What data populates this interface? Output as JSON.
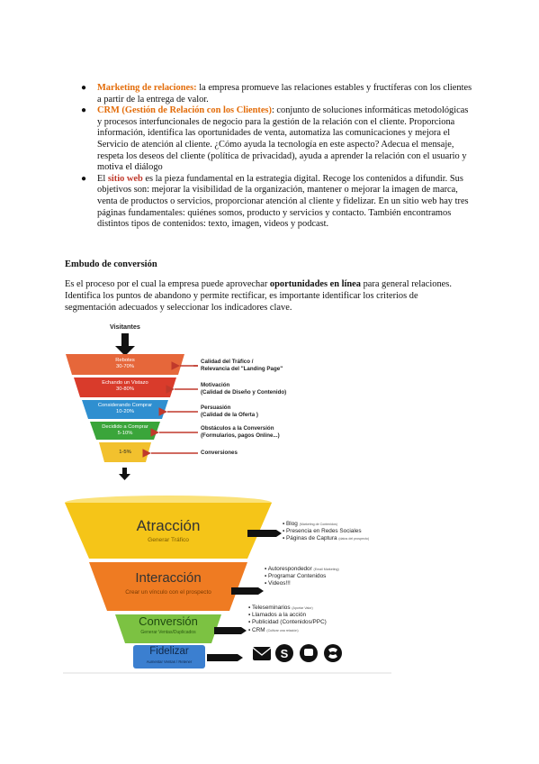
{
  "bullets": [
    {
      "term": "Marketing de relaciones:",
      "term_color": "#e36c09",
      "text": " la empresa promueve las relaciones estables y fructíferas con los clientes a partir de la entrega de valor."
    },
    {
      "term": "CRM (Gestión de Relación con los Clientes)",
      "term_color": "#e36c09",
      "text": ": conjunto de soluciones informáticas metodológicas y procesos interfuncionales de negocio para la gestión de la relación con el cliente. Proporciona información, identifica las oportunidades de venta, automatiza las comunicaciones y mejora el Servicio de atención al cliente. ¿Cómo ayuda la tecnología en este aspecto? Adecua el mensaje, respeta los deseos del cliente (política de privacidad), ayuda a aprender la relación con el usuario y motiva el diálogo"
    },
    {
      "prefix": "El ",
      "term": "sitio web",
      "term_color": "#c0392b",
      "text": " es la pieza fundamental en la estrategia digital. Recoge los contenidos a difundir. Sus objetivos son: mejorar la visibilidad de la organización, mantener o mejorar la imagen de marca, venta de productos o servicios, proporcionar atención al cliente y fidelizar. En un sitio web hay tres páginas fundamentales: quiénes somos, producto y servicios y contacto. También encontramos distintos tipos de contenidos: texto, imagen, videos y podcast."
    }
  ],
  "section_title": "Embudo de conversión",
  "intro": {
    "before": "Es el proceso por el cual la empresa puede aprovechar ",
    "bold": "oportunidades en línea",
    "after": " para general relaciones. Identifica los puntos de abandono y permite rectificar, es importante identificar los criterios de segmentación adecuados y seleccionar los indicadores clave."
  },
  "funnel1": {
    "top_label": "Visitantes",
    "segments": [
      {
        "name": "Rebotes",
        "pct": "30-70%",
        "color": "#e6673a"
      },
      {
        "name": "Echando un Vistazo",
        "pct": "30-80%",
        "color": "#d93b2b"
      },
      {
        "name": "Considerando Comprar",
        "pct": "10-20%",
        "color": "#2f8fd0"
      },
      {
        "name": "Decidido a Comprar",
        "pct": "5-10%",
        "color": "#3aa53a"
      },
      {
        "name": "",
        "pct": "1-5%",
        "color": "#f2c12e"
      }
    ],
    "notes": [
      "Calidad del Tráfico /\nRelevancia del \"Landing Page\"",
      "Motivación\n(Calidad de Diseño y Contenido)",
      "Persuasión\n(Calidad de la Oferta )",
      "Obstáculos a la Conversión\n(Formularios, pagos Online...)",
      "Conversiones"
    ]
  },
  "funnel2": {
    "stages": [
      {
        "title": "Atracción",
        "sub": "Generar Tráfico",
        "color": "#f5c518"
      },
      {
        "title": "Interacción",
        "sub": "Crear un vínculo con el prospecto",
        "color": "#ef7b22"
      },
      {
        "title": "Conversión",
        "sub": "Generar Ventas/Duplicados",
        "color": "#7cc242"
      },
      {
        "title": "Fidelizar",
        "sub": "Aumentar Ventas / Retener",
        "color": "#3b7fd0"
      }
    ],
    "notes": [
      [
        [
          "Blog",
          "(Marketing de Contenidos)"
        ],
        [
          "Presencia en Redes Sociales",
          ""
        ],
        [
          "Páginas de Captura",
          "(datos del prospecto)"
        ]
      ],
      [
        [
          "Autorespondedor",
          "(Email Marketing)"
        ],
        [
          "Programar Contenidos",
          ""
        ],
        [
          "Videos!!!",
          ""
        ]
      ],
      [
        [
          "Teleseminarios",
          "(Aportar Valor)"
        ],
        [
          "Llamados a la acción",
          ""
        ],
        [
          "Publicidad (Contenidos/PPC)",
          ""
        ],
        [
          "CRM",
          "(Cultivar una relación)"
        ]
      ]
    ],
    "icons": [
      "envelope-icon",
      "skype-icon",
      "chat-icon",
      "phone-icon"
    ]
  }
}
